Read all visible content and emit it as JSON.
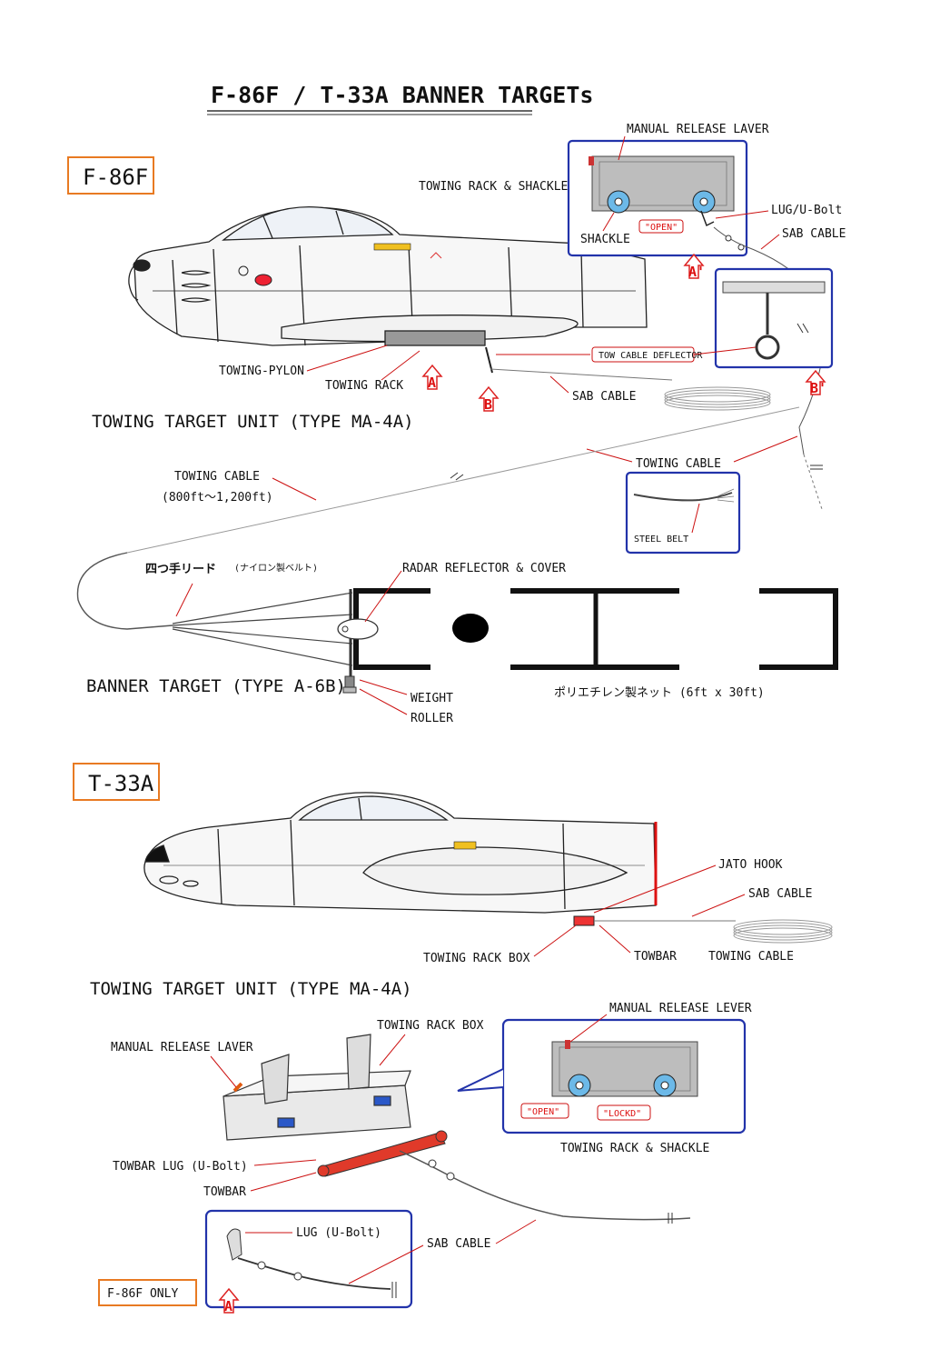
{
  "title": "F-86F / T-33A BANNER TARGETs",
  "colors": {
    "section_box": "#e87a22",
    "detail_box": "#2233aa",
    "leader": "#cc1111",
    "arrow": "#dd2222"
  },
  "f86": {
    "section_label": "F-86F",
    "labels": {
      "manual_release_laver": "MANUAL RELEASE LAVER",
      "towing_rack_shackle": "TOWING RACK & SHACKLE",
      "lug_ubolt": "LUG/U-Bolt",
      "shackle": "SHACKLE",
      "open": "\"OPEN\"",
      "sab_cable_top": "SAB CABLE",
      "tow_cable_deflector": "TOW CABLE DEFLECTOR",
      "towing_pylon": "TOWING-PYLON",
      "towing_rack": "TOWING RACK",
      "sab_cable": "SAB CABLE",
      "towing_target_unit": "TOWING TARGET UNIT (TYPE MA-4A)",
      "towing_cable": "TOWING CABLE",
      "towing_cable_left": "TOWING CABLE",
      "towing_cable_length": "(800ft〜1,200ft)",
      "steel_belt": "STEEL BELT",
      "bridle": "四つ手リード",
      "bridle_sub": "(ナイロン製ベルト)",
      "radar_reflector": "RADAR REFLECTOR & COVER",
      "banner_target": "BANNER TARGET (TYPE A-6B)",
      "weight": "WEIGHT",
      "roller": "ROLLER",
      "net": "ポリエチレン製ネット (6ft x 30ft)"
    },
    "arrows": {
      "a": "A",
      "a_prime": "A'",
      "b": "B",
      "b_prime": "B'"
    }
  },
  "t33": {
    "section_label": "T-33A",
    "labels": {
      "jato_hook": "JATO HOOK",
      "sab_cable": "SAB CABLE",
      "towing_rack_box": "TOWING RACK BOX",
      "towbar": "TOWBAR",
      "towing_cable": "TOWING CABLE",
      "towing_target_unit": "TOWING TARGET UNIT (TYPE MA-4A)",
      "towing_rack_box_2": "TOWING RACK BOX",
      "manual_release_laver": "MANUAL RELEASE LAVER",
      "manual_release_lever": "MANUAL RELEASE LEVER",
      "open": "\"OPEN\"",
      "lockd": "\"LOCKD\"",
      "towing_rack_shackle": "TOWING RACK & SHACKLE",
      "towbar_lug": "TOWBAR LUG (U-Bolt)",
      "towbar_2": "TOWBAR",
      "lug_ubolt": "LUG (U-Bolt)",
      "sab_cable_2": "SAB CABLE",
      "f86_only": "F-86F ONLY"
    },
    "arrows": {
      "a": "A"
    }
  }
}
